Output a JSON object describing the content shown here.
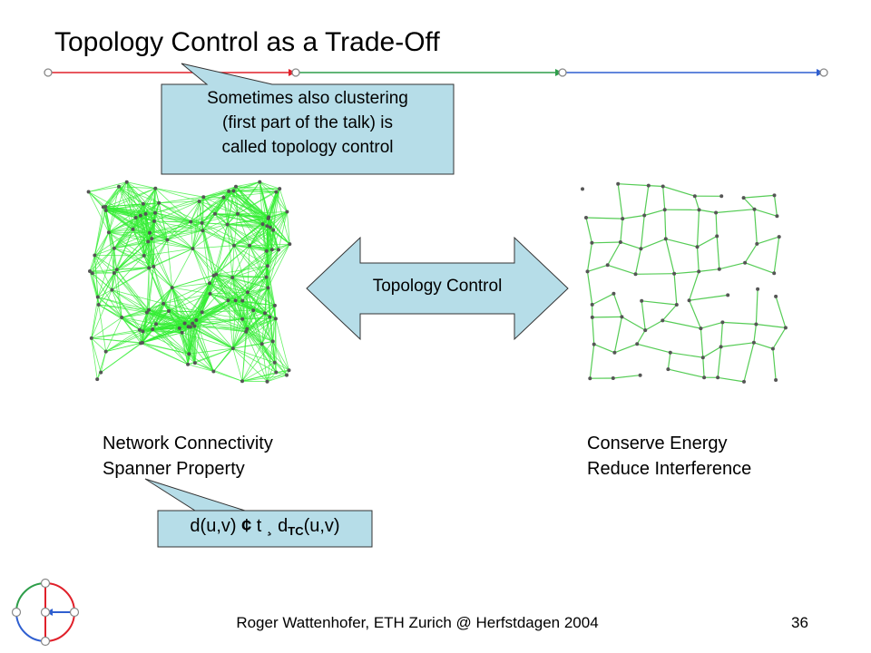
{
  "slide": {
    "title": "Topology Control as a Trade-Off",
    "callout_top": [
      "Sometimes also clustering",
      "(first part of the talk) is",
      "called topology control"
    ],
    "center_arrow_label": "Topology Control",
    "left_caption": [
      "Network Connectivity",
      "Spanner Property"
    ],
    "right_caption": [
      "Conserve Energy",
      "Reduce Interference"
    ],
    "formula": {
      "prefix": "d(u,v) ",
      "symbol1": "¢",
      "middle": " t ",
      "symbol2": "¸",
      "d": " d",
      "sub": "TC",
      "suffix": "(u,v)"
    },
    "footer": "Roger Wattenhofer, ETH Zurich @ Herfstdagen 2004",
    "slide_number": "36"
  },
  "colors": {
    "timeline_red": "#e0202a",
    "timeline_green": "#2e9e4a",
    "timeline_blue": "#2f5fd0",
    "callout_fill": "#b6dde8",
    "arrow_fill": "#b6dde8",
    "graph_edge": "#33ee33",
    "sparse_edge": "#55cc55",
    "node": "#555555"
  },
  "icons": {
    "logo": "eth-distributed-computing-logo"
  }
}
